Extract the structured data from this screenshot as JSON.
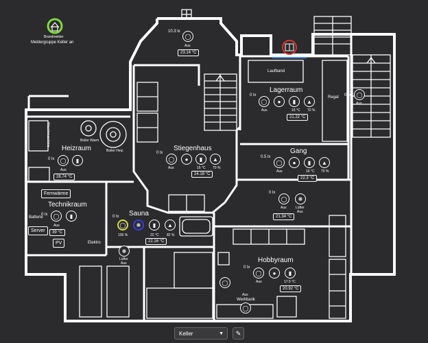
{
  "colors": {
    "background": "#2b2b2d",
    "wall": "#ffffff",
    "alarm_green": "#7fdc3a",
    "alarm_red": "#e2332b",
    "sauna_yellow": "#d8d84a",
    "sauna_blue": "#3a3af0",
    "window_blue": "#4a8ee0"
  },
  "alarm": {
    "title": "Brandmelder",
    "subtitle": "Meldergruppe Keller an",
    "icon": "home-icon"
  },
  "top": {
    "lux": "10.3 lx",
    "status": "Aus",
    "temp": "23.14 °C"
  },
  "heizraum": {
    "name": "Heizraum",
    "lux": "0 lx",
    "status": "Aus",
    "temp": "28.74 °C",
    "boiler_warm": "Boiler Warm",
    "boiler_heiz": "Boiler Heiz.",
    "washer": "Waschmaschine"
  },
  "stiegenhaus": {
    "name": "Stiegenhaus",
    "lux": "0 lx",
    "status": "Aus",
    "temp_small": "16 °C",
    "humidity": "70 %",
    "temp": "24.18 °C"
  },
  "lagerraum": {
    "name": "Lagerraum",
    "lux": "0 lx",
    "status": "Aus",
    "temp_small": "16 °C",
    "humidity": "70 %",
    "temp": "21.22 °C",
    "laufband": "Laufband",
    "regal": "Regal"
  },
  "right": {
    "lux": "0 lx",
    "status": "Aus"
  },
  "gang": {
    "name": "Gang",
    "lux": "0.5 lx",
    "status": "Aus",
    "temp_small": "16 °C",
    "humidity": "70 %",
    "temp": "22.3 °C"
  },
  "technikraum": {
    "name": "Technikraum",
    "fernwaerme": "Fernwärme",
    "lux": "0 lx",
    "status": "Aus",
    "temp": "39 °C",
    "batterie": "Batterie",
    "server": "Server",
    "pv": "PV",
    "elektro": "Elektro"
  },
  "sauna": {
    "name": "Sauna",
    "lux": "0 lx",
    "light_pct": "100 %",
    "temp_small": "22 °C",
    "humidity": "82 %",
    "temp": "22.16 °C",
    "luefter": "Lüfter",
    "luefter_status": "Aus"
  },
  "hobby_upper": {
    "lux": "0 lx",
    "status": "Aus",
    "luefter": "Lüfter",
    "luefter_status": "Aus",
    "temp": "21.34 °C"
  },
  "hobbyraum": {
    "name": "Hobbyraum",
    "lux": "0 lx",
    "status": "Aus",
    "temp_small": "17.5 °C",
    "temp": "20.92 °C",
    "werkbank_status": "Aus",
    "werkbank": "Werkbank"
  },
  "footer": {
    "floor_select": "Keller",
    "edit_icon": "pencil-icon"
  }
}
